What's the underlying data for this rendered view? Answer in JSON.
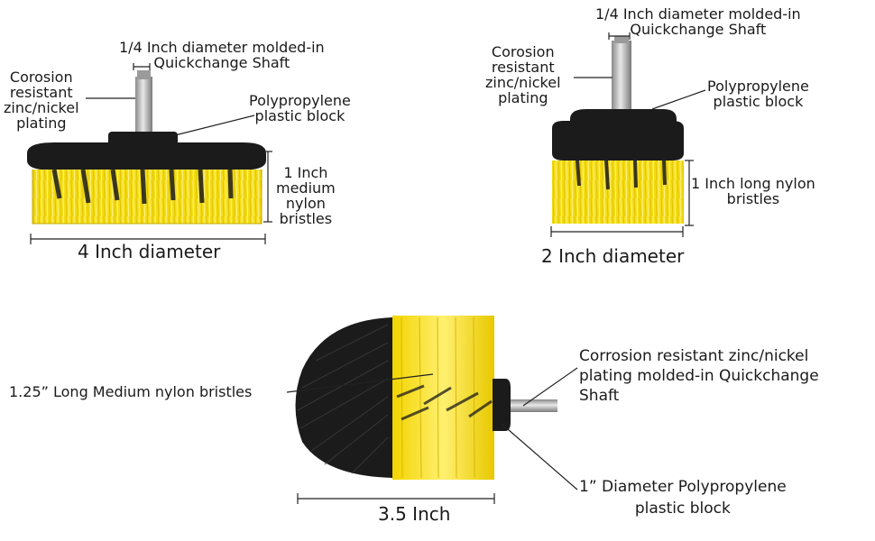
{
  "brush_4in": {
    "shaft_label": [
      "1/4 Inch diameter molded-in",
      "Quickchange Shaft"
    ],
    "plating_label": [
      "Corosion",
      "resistant",
      "zinc/nickel",
      "plating"
    ],
    "block_label": [
      "Polypropylene",
      "plastic block"
    ],
    "bristle_label": [
      "1 Inch",
      "medium",
      "nylon",
      "bristles"
    ],
    "diameter_label": "4 Inch diameter"
  },
  "brush_2in": {
    "shaft_label": [
      "1/4 Inch diameter molded-in",
      "Quickchange Shaft"
    ],
    "plating_label": [
      "Corosion",
      "resistant",
      "zinc/nickel",
      "plating"
    ],
    "block_label": [
      "Polypropylene",
      "plastic block"
    ],
    "bristle_label": [
      "1 Inch  long  nylon",
      "bristles"
    ],
    "diameter_label": "2 Inch diameter"
  },
  "brush_35in": {
    "bristle_label": "1.25”  Long  Medium nylon bristles",
    "plating_label": [
      "Corrosion resistant zinc/nickel",
      "plating molded-in Quickchange",
      "Shaft"
    ],
    "block_label": [
      "1”  Diameter Polypropylene",
      "plastic block"
    ],
    "length_label": "3.5 Inch"
  },
  "colors": {
    "bristle_yellow": "#f5dd14",
    "block_black": "#1b1b1b",
    "shaft_silver": "#b8b8b8",
    "line": "#222222"
  }
}
